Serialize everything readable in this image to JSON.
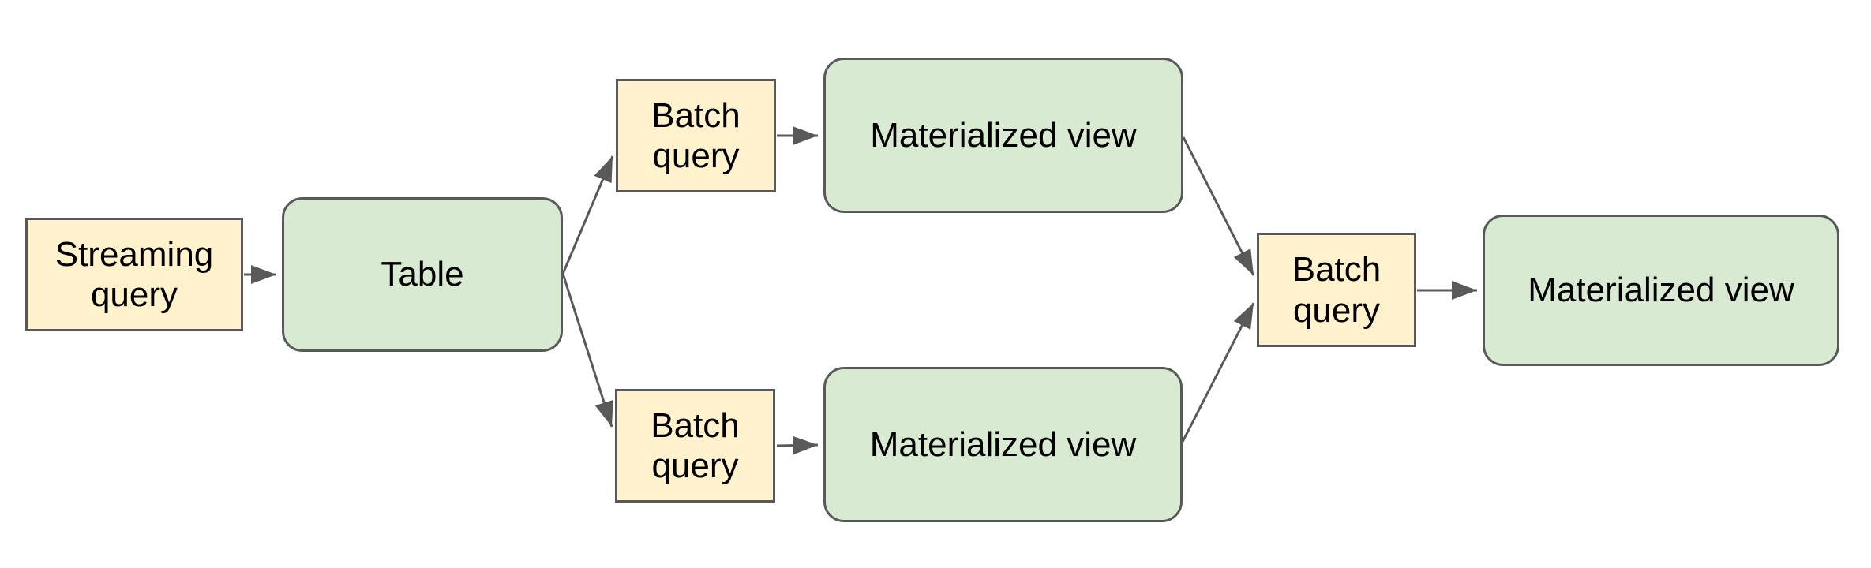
{
  "diagram": {
    "background_color": "#ffffff",
    "query_fill_color": "#fff2cc",
    "table_fill_color": "#d9ead3",
    "border_color": "#595959",
    "arrow_color": "#595959",
    "text_color": "#000000",
    "nodes": [
      {
        "id": "streaming-query",
        "label": "Streaming query",
        "kind": "query"
      },
      {
        "id": "table",
        "label": "Table",
        "kind": "table"
      },
      {
        "id": "batch-query-top",
        "label": "Batch query",
        "kind": "query"
      },
      {
        "id": "materialized-view-top",
        "label": "Materialized view",
        "kind": "table"
      },
      {
        "id": "batch-query-bottom",
        "label": "Batch query",
        "kind": "query"
      },
      {
        "id": "materialized-view-bottom",
        "label": "Materialized view",
        "kind": "table"
      },
      {
        "id": "batch-query-right",
        "label": "Batch query",
        "kind": "query"
      },
      {
        "id": "materialized-view-right",
        "label": "Materialized view",
        "kind": "table"
      }
    ],
    "edges": [
      {
        "from": "streaming-query",
        "to": "table"
      },
      {
        "from": "table",
        "to": "batch-query-top"
      },
      {
        "from": "table",
        "to": "batch-query-bottom"
      },
      {
        "from": "batch-query-top",
        "to": "materialized-view-top"
      },
      {
        "from": "batch-query-bottom",
        "to": "materialized-view-bottom"
      },
      {
        "from": "materialized-view-top",
        "to": "batch-query-right"
      },
      {
        "from": "materialized-view-bottom",
        "to": "batch-query-right"
      },
      {
        "from": "batch-query-right",
        "to": "materialized-view-right"
      }
    ]
  }
}
